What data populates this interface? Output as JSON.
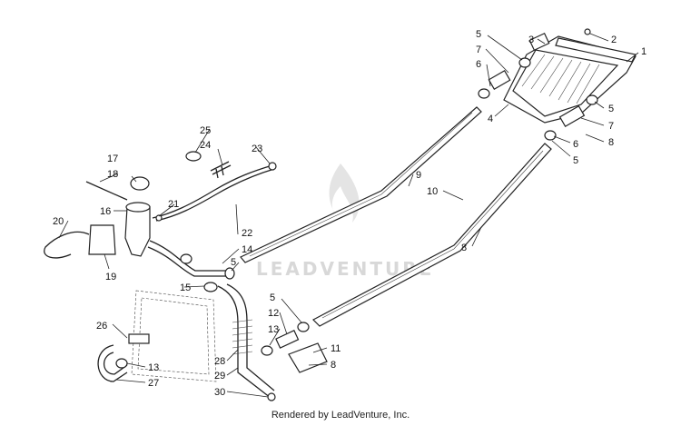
{
  "footer": "Rendered by LeadVenture, Inc.",
  "watermark": {
    "text": "LEADVENTURE",
    "color": "#d8d8d8"
  },
  "callouts": [
    "1",
    "2",
    "3",
    "4",
    "5",
    "5",
    "5",
    "5",
    "5",
    "5",
    "6",
    "6",
    "7",
    "7",
    "8",
    "8",
    "8",
    "9",
    "10",
    "11",
    "12",
    "13",
    "13",
    "14",
    "15",
    "16",
    "17",
    "18",
    "19",
    "20",
    "21",
    "22",
    "23",
    "24",
    "25",
    "26",
    "27",
    "28",
    "29",
    "30"
  ],
  "line_color": "#222222"
}
